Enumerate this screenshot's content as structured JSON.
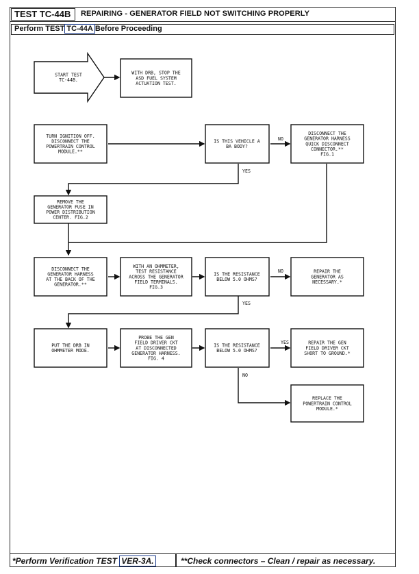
{
  "header": {
    "test_id": "TEST TC-44B",
    "title": "REPAIRING - GENERATOR FIELD NOT SWITCHING PROPERLY",
    "prereq_prefix": "Perform TEST",
    "prereq_link": "TC-44A",
    "prereq_suffix": "Before Proceeding"
  },
  "flow": {
    "start": [
      "START TEST",
      "TC-44B."
    ],
    "stop_asd": [
      "WITH DRB, STOP THE",
      "ASD FUEL SYSTEM",
      "ACTUATION TEST."
    ],
    "ignition_off": [
      "TURN IGNITION OFF.",
      "DISCONNECT THE",
      "POWERTRAIN CONTROL",
      "MODULE.**"
    ],
    "ba_body_q": [
      "IS THIS VEHICLE A",
      "BA BODY?"
    ],
    "disconnect_qd": [
      "DISCONNECT THE",
      "GENERATOR HARNESS",
      "QUICK DISCONNECT",
      "CONNECTOR.**",
      "FIG.1"
    ],
    "remove_fuse": [
      "REMOVE THE",
      "GENERATOR FUSE IN",
      "POWER DISTRIBUTION",
      "CENTER. FIG.2"
    ],
    "disconnect_gen": [
      "DISCONNECT THE",
      "GENERATOR HARNESS",
      "AT THE BACK OF THE",
      "GENERATOR.**"
    ],
    "ohmmeter_test": [
      "WITH AN OHMMETER,",
      "TEST RESISTANCE",
      "ACROSS THE GENERATOR",
      "FIELD TERMINALS.",
      "FIG.3"
    ],
    "resist_q1": [
      "IS THE RESISTANCE",
      "BELOW 5.0 OHMS?"
    ],
    "repair_gen": [
      "REPAIR THE",
      "GENERATOR AS",
      "NECESSARY.*"
    ],
    "drb_ohm": [
      "PUT THE DRB IN",
      "OHMMETER MODE."
    ],
    "probe_ckt": [
      "PROBE THE GEN",
      "FIELD DRIVER CKT",
      "AT DISCONNECTED",
      "GENERATOR HARNESS.",
      "FIG. 4"
    ],
    "resist_q2": [
      "IS THE RESISTANCE",
      "BELOW 5.0 OHMS?"
    ],
    "repair_short": [
      "REPAIR THE GEN",
      "FIELD DRIVER CKT",
      "SHORT TO GROUND.*"
    ],
    "replace_pcm": [
      "REPLACE THE",
      "POWERTRAIN CONTROL",
      "MODULE.*"
    ],
    "labels": {
      "no": "NO",
      "yes": "YES",
      "yes_short": "YES"
    }
  },
  "footer": {
    "left_prefix": "*Perform Verification TEST",
    "left_link": "VER-3A.",
    "right": "**Check connectors – Clean / repair as necessary."
  }
}
